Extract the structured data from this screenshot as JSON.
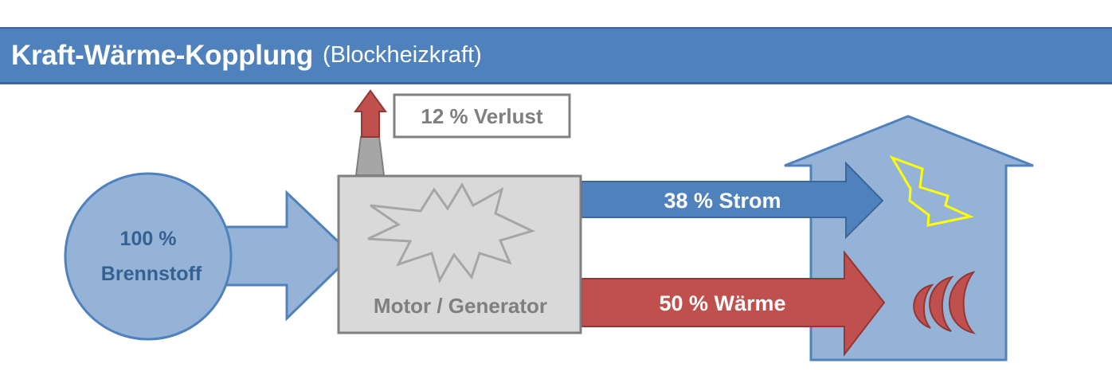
{
  "title": {
    "main": "Kraft-Wärme-Kopplung",
    "sub": "(Blockheizkraft)"
  },
  "fuel": {
    "line1": "100 %",
    "line2": "Brennstoff"
  },
  "engine": {
    "label": "Motor / Generator"
  },
  "loss": {
    "label": "12 % Verlust"
  },
  "outputs": {
    "electricity": "38 % Strom",
    "heat": "50 % Wärme"
  },
  "colors": {
    "title_bar": "#4f81bd",
    "fuel": "#95b3d7",
    "electricity_arrow": "#4f81bd",
    "heat_arrow": "#c0504d",
    "engine_box": "#d9d9d9",
    "house": "#95b3d7",
    "lightning": "#ffff00",
    "text_blue": "#366092",
    "text_gray": "#7f7f7f"
  },
  "icons": {
    "explosion": "explosion-icon",
    "lightning": "lightning-icon",
    "heat_waves": "heat-waves-icon",
    "house": "house-icon",
    "chimney": "chimney-icon"
  }
}
